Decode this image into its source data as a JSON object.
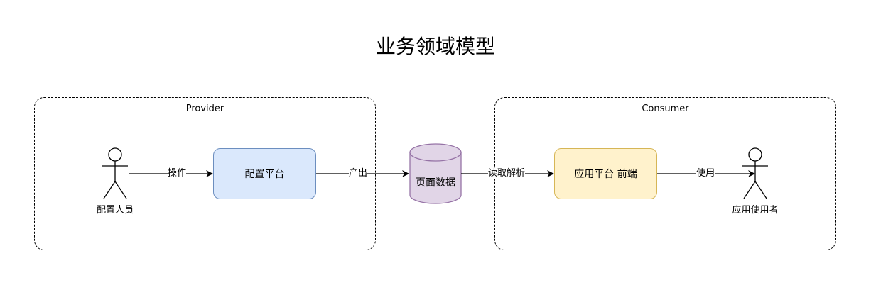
{
  "title": "业务领域模型",
  "groups": {
    "provider": {
      "label": "Provider"
    },
    "consumer": {
      "label": "Consumer"
    }
  },
  "nodes": {
    "config_person": {
      "label": "配置人员",
      "kind": "actor"
    },
    "config_platform": {
      "label": "配置平台",
      "kind": "process",
      "fill": "#dae8fc",
      "stroke": "#6c8ebf"
    },
    "page_data": {
      "label": "页面数据",
      "kind": "datastore",
      "fill": "#e1d5e7",
      "stroke": "#9673a6"
    },
    "app_frontend": {
      "label": "应用平台 前端",
      "kind": "process",
      "fill": "#fff2cc",
      "stroke": "#d6b656"
    },
    "app_user": {
      "label": "应用使用者",
      "kind": "actor"
    }
  },
  "edges": {
    "operate": {
      "label": "操作",
      "from": "config_person",
      "to": "config_platform"
    },
    "produce": {
      "label": "产出",
      "from": "config_platform",
      "to": "page_data"
    },
    "parse": {
      "label": "读取解析",
      "from": "page_data",
      "to": "app_frontend"
    },
    "use": {
      "label": "使用",
      "from": "app_frontend",
      "to": "app_user"
    }
  }
}
